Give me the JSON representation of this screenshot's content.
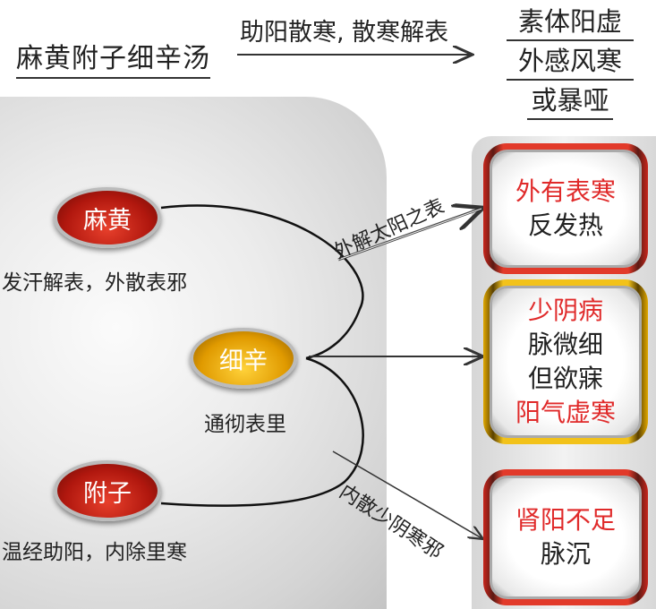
{
  "title": "麻黄附子细辛汤",
  "main_arrow_label": "助阳散寒, 散寒解表",
  "result_lines": [
    "素体阳虚",
    "外感风寒",
    "或暴哑"
  ],
  "herbs": [
    {
      "name": "麻黄",
      "caption": "发汗解表，外散表邪",
      "color": "#c8261c"
    },
    {
      "name": "细辛",
      "caption": "通彻表里",
      "color": "#f2c21a"
    },
    {
      "name": "附子",
      "caption": "温经助阳，内除里寒",
      "color": "#c8261c"
    }
  ],
  "arrow_labels": {
    "top": "外解太阳之表",
    "bottom": "内散少阴寒邪"
  },
  "boxes": [
    {
      "lines": [
        {
          "text": "外有表寒",
          "red": true
        },
        {
          "text": "反发热",
          "red": false
        }
      ]
    },
    {
      "lines": [
        {
          "text": "少阴病",
          "red": true
        },
        {
          "text": "脉微细",
          "red": false
        },
        {
          "text": "但欲寐",
          "red": false
        },
        {
          "text": "阳气虚寒",
          "red": true
        }
      ]
    },
    {
      "lines": [
        {
          "text": "肾阳不足",
          "red": true
        },
        {
          "text": "脉沉",
          "red": false
        }
      ]
    }
  ]
}
